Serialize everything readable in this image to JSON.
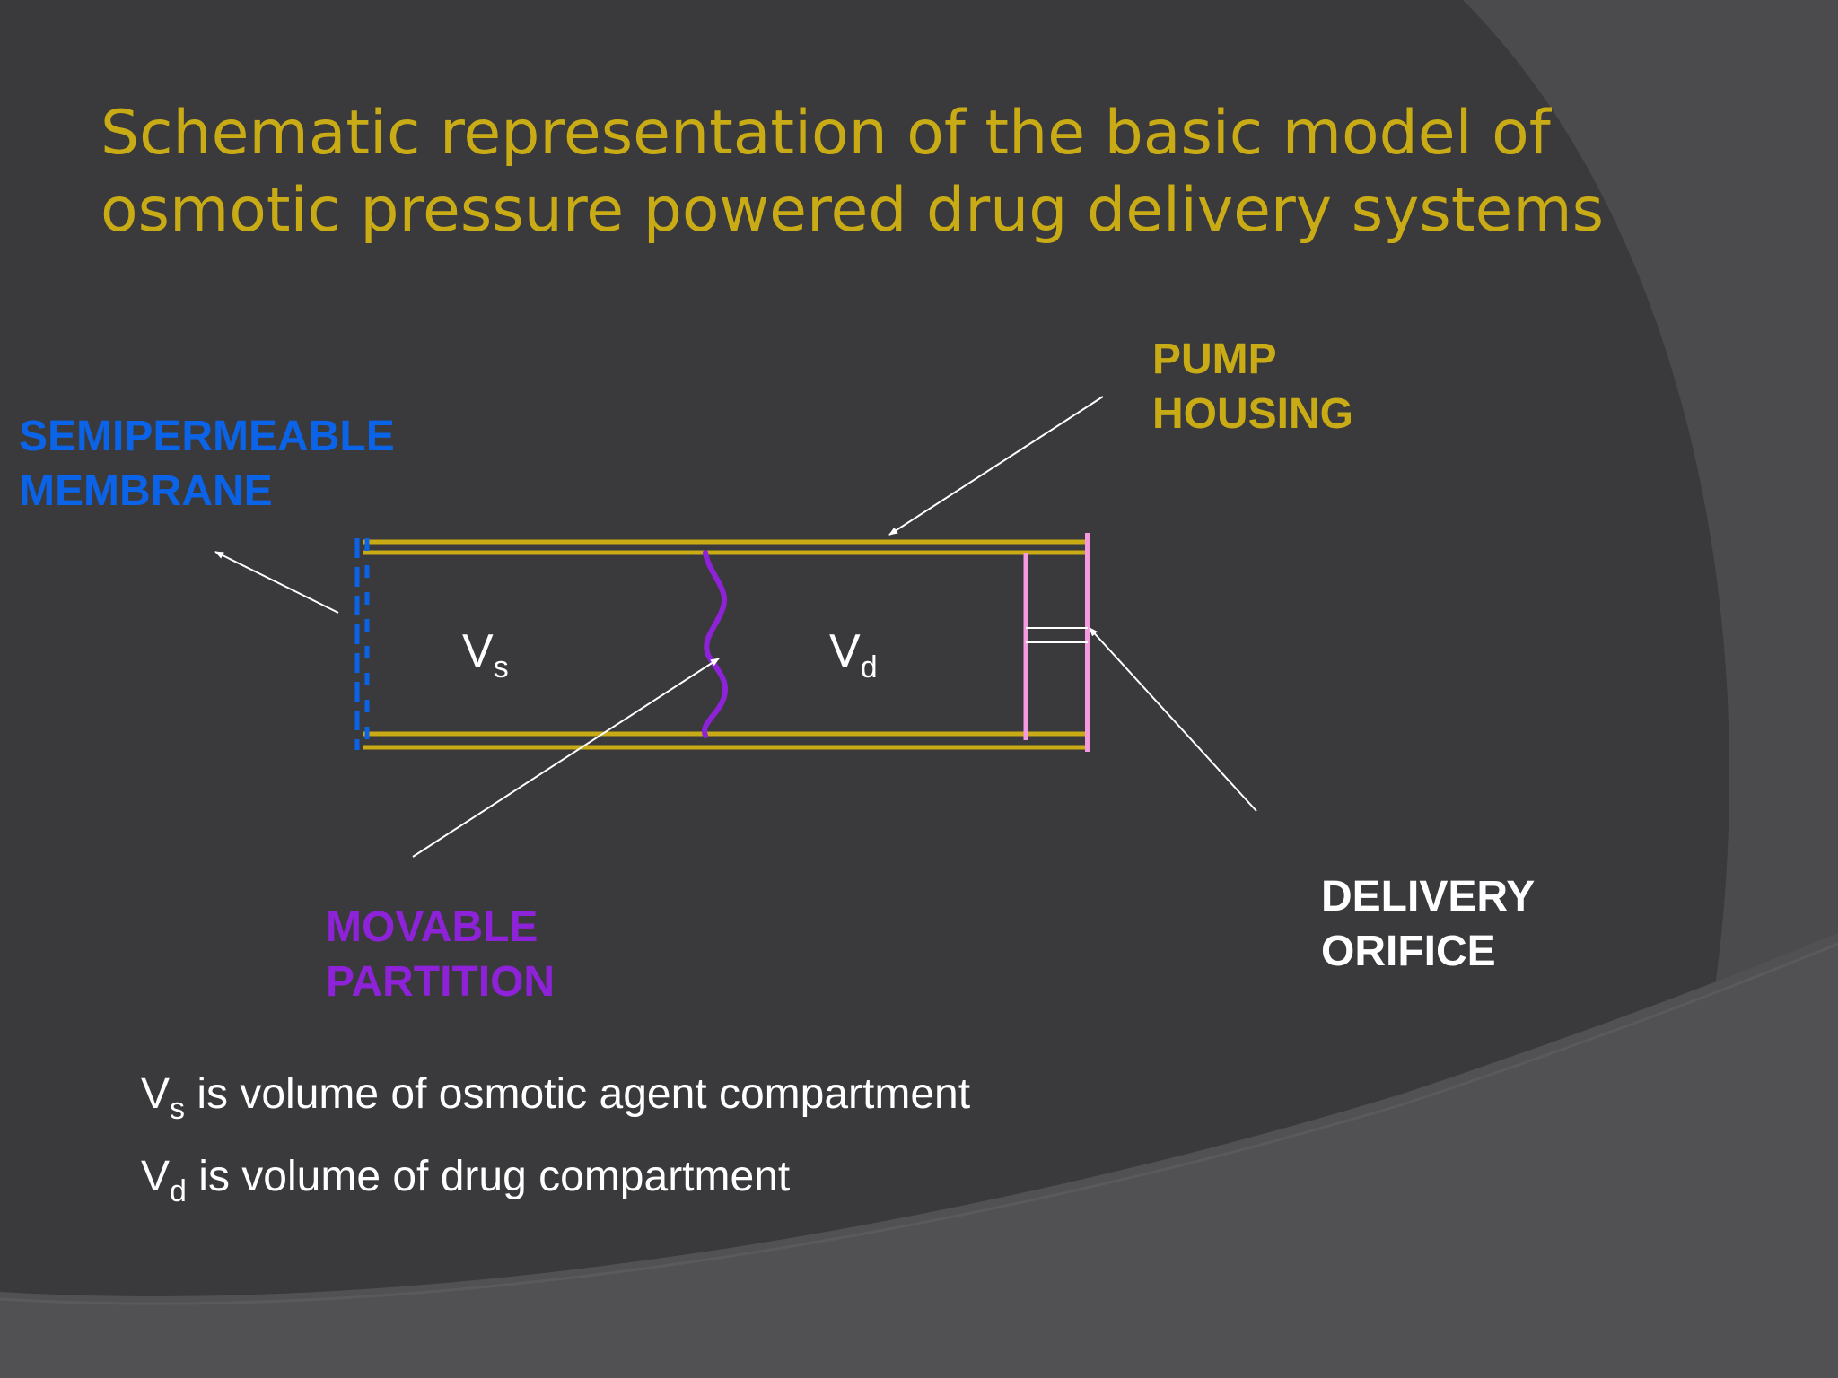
{
  "title": {
    "line1": "Schematic representation of the basic model of",
    "line2": "osmotic pressure powered drug delivery systems"
  },
  "labels": {
    "semipermeable_membrane": [
      "SEMIPERMEABLE",
      "MEMBRANE"
    ],
    "pump_housing": [
      "PUMP",
      "HOUSING"
    ],
    "movable_partition": [
      "MOVABLE",
      "PARTITION"
    ],
    "delivery_orifice": [
      "DELIVERY",
      "ORIFICE"
    ]
  },
  "compartments": {
    "vs": {
      "symbol": "V",
      "subscript": "s"
    },
    "vd": {
      "symbol": "V",
      "subscript": "d"
    }
  },
  "legend": [
    {
      "symbol": "V",
      "subscript": "s",
      "text": " is volume of osmotic agent compartment"
    },
    {
      "symbol": "V",
      "subscript": "d",
      "text": " is volume of drug compartment"
    }
  ],
  "colors": {
    "background": "#3a393b",
    "title": "#c9ac15",
    "housing": "#c9ac15",
    "membrane": "#0b63e8",
    "partition": "#8e22d8",
    "orifice_plate": "#f59ae0",
    "text": "#ffffff"
  }
}
